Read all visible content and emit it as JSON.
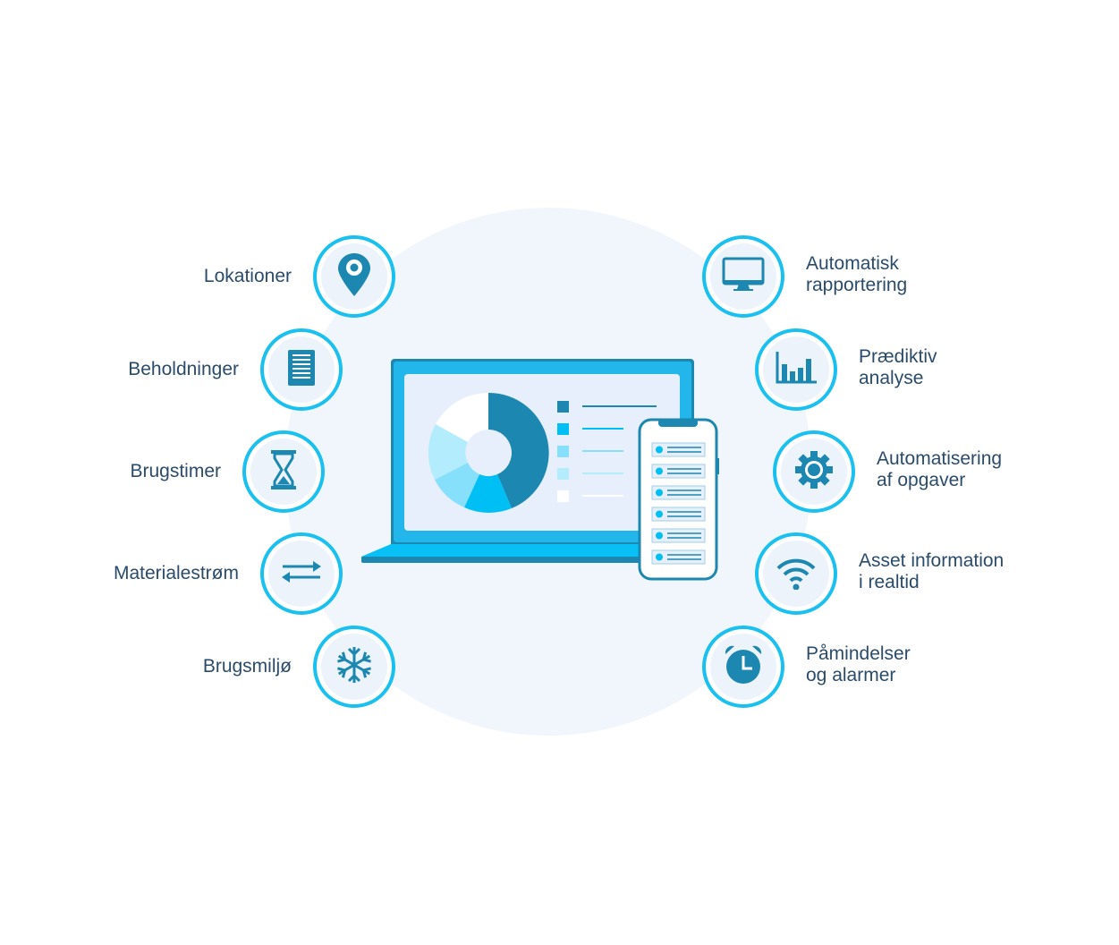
{
  "left_items": [
    {
      "label": "Lokationer",
      "icon": "map-pin-icon"
    },
    {
      "label": "Beholdninger",
      "icon": "list-document-icon"
    },
    {
      "label": "Brugstimer",
      "icon": "hourglass-icon"
    },
    {
      "label": "Materialestrøm",
      "icon": "transfer-arrows-icon"
    },
    {
      "label": "Brugsmiljø",
      "icon": "snowflake-icon"
    }
  ],
  "right_items": [
    {
      "line1": "Automatisk",
      "line2": "rapportering",
      "icon": "monitor-icon"
    },
    {
      "line1": "Prædiktiv",
      "line2": "analyse",
      "icon": "bar-chart-icon"
    },
    {
      "line1": "Automatisering",
      "line2": "af opgaver",
      "icon": "gear-icon"
    },
    {
      "line1": "Asset information",
      "line2": "i realtid",
      "icon": "wifi-icon"
    },
    {
      "line1": "Påmindelser",
      "line2": "og alarmer",
      "icon": "alarm-clock-icon"
    }
  ],
  "colors": {
    "ring": "#19c0f0",
    "icon": "#1c87b0",
    "text": "#2a4b6c",
    "bg_circle": "#f1f6fc"
  }
}
